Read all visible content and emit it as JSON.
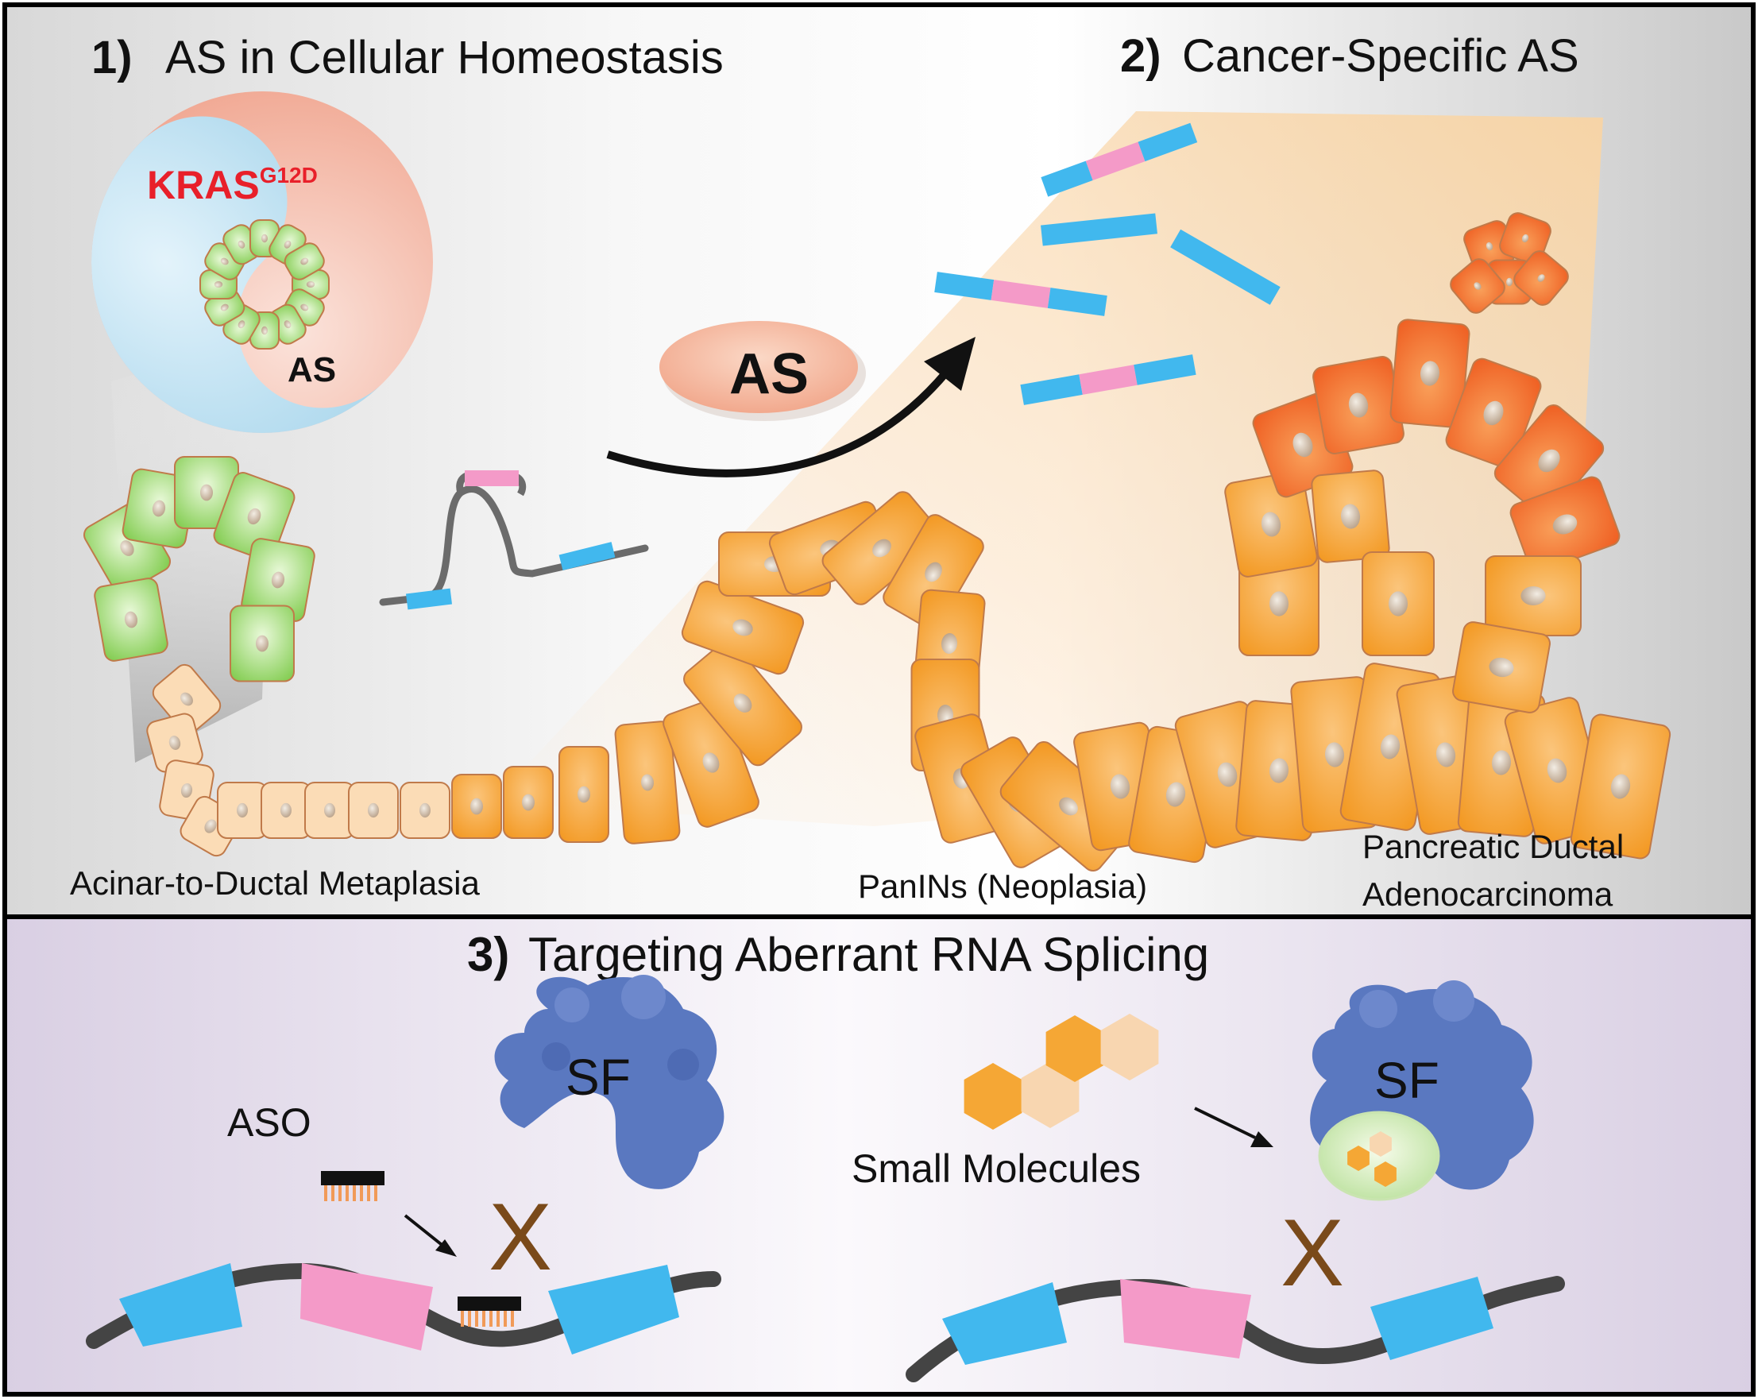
{
  "panel1": {
    "number": "1)",
    "title": "AS in Cellular Homeostasis",
    "kras_label": "KRAS",
    "kras_superscript": "G12D",
    "as_label": "AS",
    "stage_label": "Acinar-to-Ductal Metaplasia"
  },
  "panel2": {
    "number": "2)",
    "title": "Cancer-Specific AS",
    "as_badge": "AS",
    "stage_panin": "PanINs (Neoplasia)",
    "stage_pdac_line1": "Pancreatic Ductal",
    "stage_pdac_line2": "Adenocarcinoma"
  },
  "panel3": {
    "number": "3)",
    "title": "Targeting Aberrant RNA Splicing",
    "sf_left": "SF",
    "sf_right": "SF",
    "aso_label": "ASO",
    "small_molecules_label": "Small Molecules",
    "block_mark_left": "X",
    "block_mark_right": "X"
  },
  "colors": {
    "exon_blue": "#41b8ee",
    "exon_pink": "#f49ac8",
    "sf_blue": "#5a78c0",
    "cell_orange": "#f59a2a",
    "cell_green": "#8ad45a",
    "kras_red": "#e8202a",
    "x_brown": "#7a4a1a",
    "bottom_bg": "#e6dcec"
  }
}
